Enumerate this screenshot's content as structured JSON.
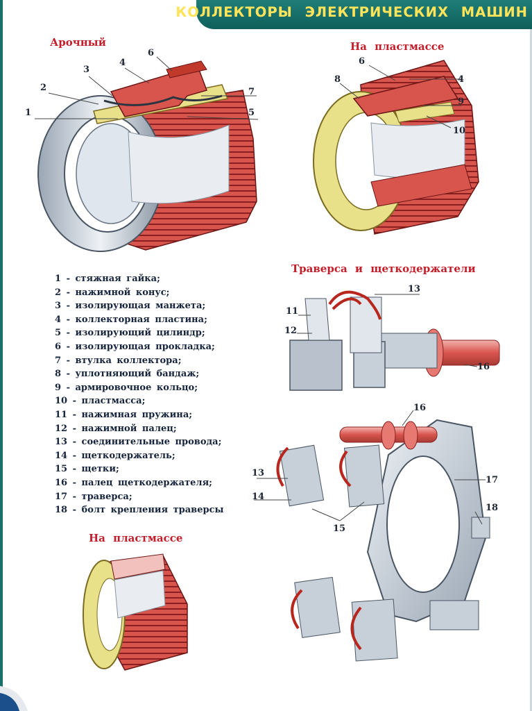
{
  "header": {
    "title": "КОЛЛЕКТОРЫ ЭЛЕКТРИЧЕСКИХ МАШИН"
  },
  "sections": {
    "arched": "Арочный",
    "plastic_top": "На пластмассе",
    "traverse": "Траверса и щеткодержатели",
    "plastic_bottom": "На пластмассе"
  },
  "callouts": {
    "arched": [
      "1",
      "2",
      "3",
      "4",
      "6",
      "7",
      "5"
    ],
    "plastic": [
      "8",
      "6",
      "4",
      "9",
      "10"
    ],
    "holder": [
      "13",
      "11",
      "12",
      "16"
    ],
    "traverse": [
      "16",
      "13",
      "17",
      "14",
      "15",
      "18"
    ]
  },
  "legend": [
    "1 - стяжная   гайка;",
    "2 - нажимной  конус;",
    "3 - изолирующая  манжета;",
    "4 - коллекторная  пластина;",
    "5 - изолирующий  цилиндр;",
    "6 - изолирующая  прокладка;",
    "7 - втулка  коллектора;",
    "8 - уплотняющий  бандаж;",
    "9 - армировочное  кольцо;",
    "10 - пластмасса;",
    "11 - нажимная  пружина;",
    "12 - нажимной  палец;",
    "13 - соединительные  провода;",
    "14 - щеткодержатель;",
    "15 - щетки;",
    "16 - палец  щеткодержателя;",
    "17 - траверса;",
    "18 - болт  крепления  траверсы"
  ],
  "colors": {
    "title_text": "#c41e2a",
    "legend_text": "#16243d",
    "banner": "#1a6f6a",
    "banner_text": "#ffe35a",
    "copper": "#d8554e",
    "insulation": "#e9e08a"
  }
}
